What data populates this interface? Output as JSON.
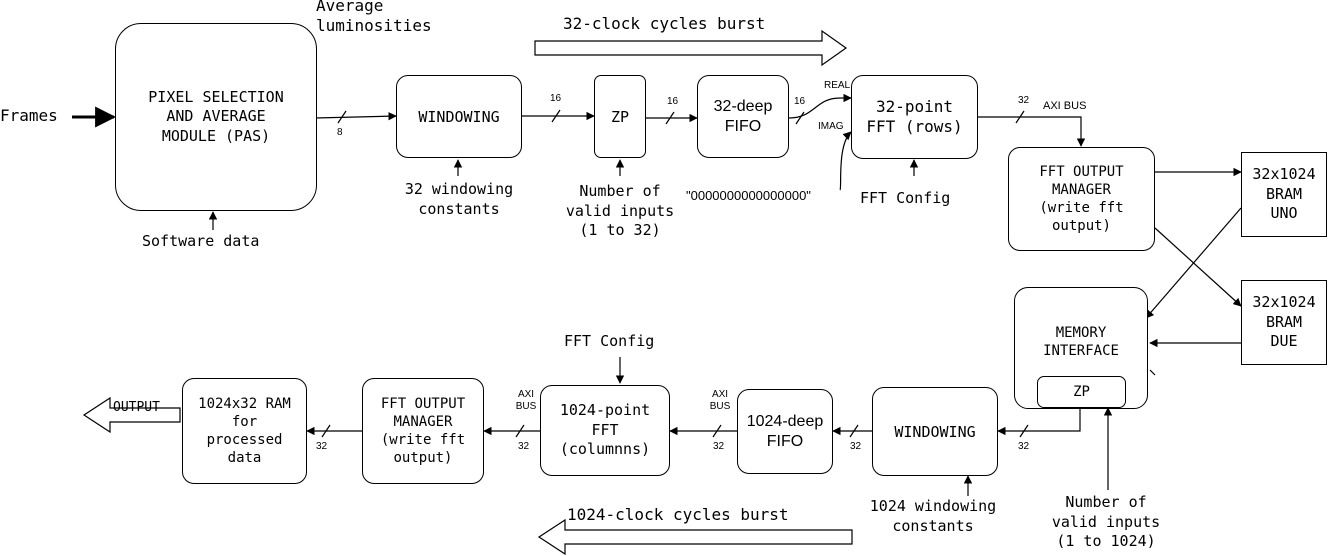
{
  "inputs": {
    "frames": "Frames",
    "avg_lum": "Average\nluminosities",
    "software": "Software data",
    "burst_top": "32-clock cycles burst",
    "burst_bottom": "1024-clock cycles burst",
    "output": "OUTPUT"
  },
  "blocks": {
    "pas": "PIXEL SELECTION\nAND AVERAGE\nMODULE (PAS)",
    "windowing_top": "WINDOWING",
    "zp_top": "ZP",
    "fifo32": "32-deep\nFIFO",
    "fft32": "32-point\nFFT (rows)",
    "fom_top": "FFT OUTPUT\nMANAGER\n(write fft\noutput)",
    "bram_uno": "32x1024\nBRAM\nUNO",
    "bram_due": "32x1024\nBRAM\nDUE",
    "mem_iface": "MEMORY\nINTERFACE",
    "zp_mem": "ZP",
    "windowing_bot": "WINDOWING",
    "fifo1024": "1024-deep\nFIFO",
    "fft1024": "1024-point\nFFT\n(columnns)",
    "fom_bot": "FFT OUTPUT\nMANAGER\n(write fft\noutput)",
    "ram": "1024x32 RAM\nfor\nprocessed\ndata"
  },
  "labels": {
    "win_consts_32": "32 windowing\nconstants",
    "valid_32": "Number of\nvalid inputs\n(1 to 32)",
    "zeros": "\"0000000000000000\"",
    "fft_config_top": "FFT Config",
    "fft_config_bot": "FFT Config",
    "win_consts_1024": "1024 windowing\nconstants",
    "valid_1024": "Number of\nvalid inputs\n(1 to 1024)",
    "real": "REAL",
    "imag": "IMAG",
    "axi_bus_top": "AXI BUS",
    "axi_bus_fft": "AXI\nBUS",
    "axi_bus_fom": "AXI\nBUS"
  },
  "widths": {
    "w8": "8",
    "w16a": "16",
    "w16b": "16",
    "w16c": "16",
    "w32a": "32",
    "w32b": "32",
    "w32c": "32",
    "w32d": "32",
    "w32e": "32",
    "w32f": "32"
  }
}
